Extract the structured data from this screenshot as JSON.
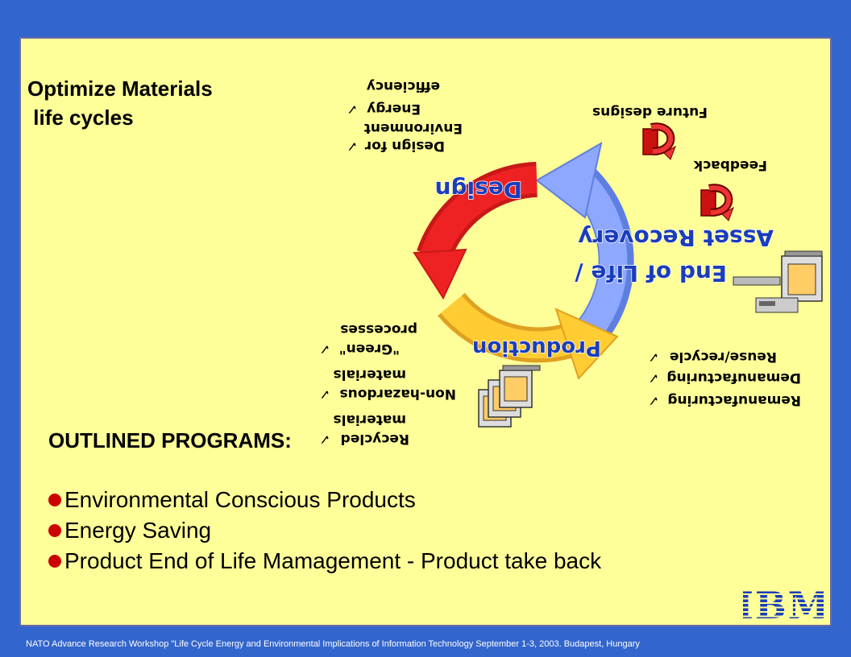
{
  "title": "Optimize Materials\n life cycles",
  "cycle": {
    "design": "Design",
    "production": "Production",
    "end_of_life_line1": "End of Life /",
    "end_of_life_line2": "Asset Recovery"
  },
  "design_bullets": [
    "Design for",
    "Environment",
    "Energy",
    "efficiency"
  ],
  "production_bullets": [
    "Recycled",
    "materials",
    "Non-hazardous",
    "materials",
    "\"Green\"",
    "processes"
  ],
  "recovery_bullets": [
    "Remanufacturing",
    "Demanufacturing",
    "Reuse/recycle"
  ],
  "feedback_labels": [
    "Feedback",
    "Future designs"
  ],
  "check_mark": "✓",
  "outlined_heading": "OUTLINED PROGRAMS:",
  "programs": [
    "Environmental Conscious Products",
    "Energy Saving",
    "Product End of Life Mamagement - Product take back"
  ],
  "logo_text": "IBM",
  "footer": "NATO Advance Research Workshop  \"Life Cycle Energy and Environmental Implications of Information Technology September 1-3, 2003. Budapest, Hungary",
  "colors": {
    "page_background": "#3366cc",
    "slide_background": "#ffff99",
    "design_arrow": "#ee2222",
    "production_arrow": "#ffcc33",
    "recovery_arrow": "#7f9fff",
    "bullet_dot": "#cc0000",
    "logo": "#1a3dbb"
  },
  "icons": [
    "feedback-arrow-icon",
    "computer-icon",
    "stacked-computers-icon"
  ]
}
